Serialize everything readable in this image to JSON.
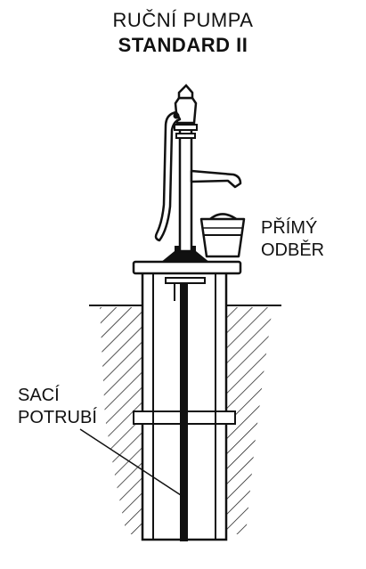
{
  "title": {
    "line1": "RUČNÍ PUMPA",
    "line2": "STANDARD II"
  },
  "labels": {
    "direct_draw": {
      "line1": "PŘÍMÝ",
      "line2": "ODBĚR"
    },
    "suction_pipe": {
      "line1": "SACÍ",
      "line2": "POTRUBÍ"
    }
  },
  "colors": {
    "ink": "#111111",
    "background": "#ffffff"
  }
}
